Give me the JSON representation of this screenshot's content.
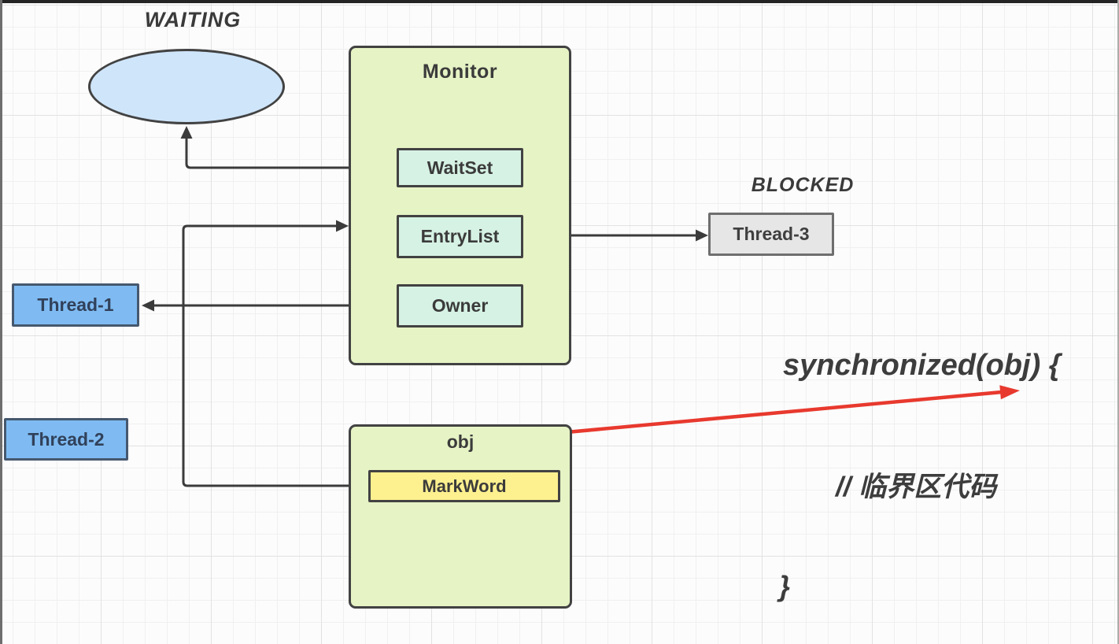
{
  "diagram": {
    "waiting_label": "WAITING",
    "blocked_label": "BLOCKED",
    "monitor": {
      "title": "Monitor",
      "waitset": "WaitSet",
      "entrylist": "EntryList",
      "owner": "Owner"
    },
    "object": {
      "title": "obj",
      "markword": "MarkWord"
    },
    "threads": {
      "thread1": "Thread-1",
      "thread2": "Thread-2",
      "thread3": "Thread-3"
    },
    "code": {
      "line1": "synchronized(obj) {",
      "line2": "// 临界区代码",
      "line3": "}"
    },
    "colors": {
      "monitor_fill": "#e6f3c5",
      "monitor_cell_fill": "#d6f2e4",
      "markword_fill": "#fdf08f",
      "thread_blue_fill": "#7fbbf2",
      "thread_blocked_fill": "#e6e6e6",
      "waiting_ellipse_fill": "#cfe5fa",
      "connector_color": "#3b3b3b",
      "highlight_arrow_color": "#e8392e"
    }
  }
}
